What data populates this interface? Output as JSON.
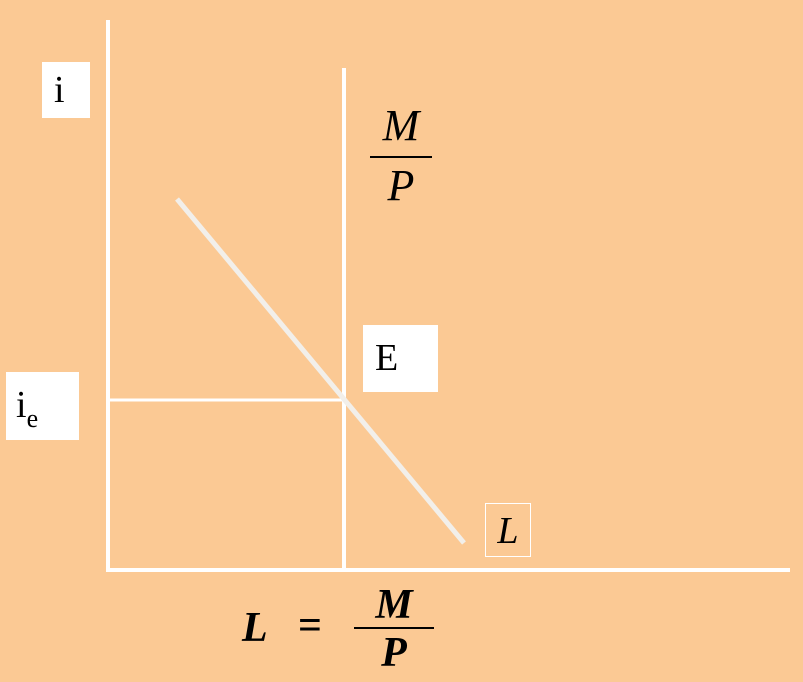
{
  "diagram": {
    "y_axis_label": "i",
    "equilibrium_rate_label": "i",
    "equilibrium_rate_subscript": "e",
    "equilibrium_point_label": "E",
    "money_supply_fraction": {
      "numerator": "M",
      "denominator": "P"
    },
    "demand_curve_label": "L",
    "equation": {
      "lhs": "L",
      "equals": "=",
      "numerator": "M",
      "denominator": "P"
    },
    "colors": {
      "background": "#FBC994",
      "lines": "#FFFFFF",
      "demand_curve": "#F2EFEA",
      "label_box": "#FFFFFF",
      "text": "#000000"
    }
  }
}
